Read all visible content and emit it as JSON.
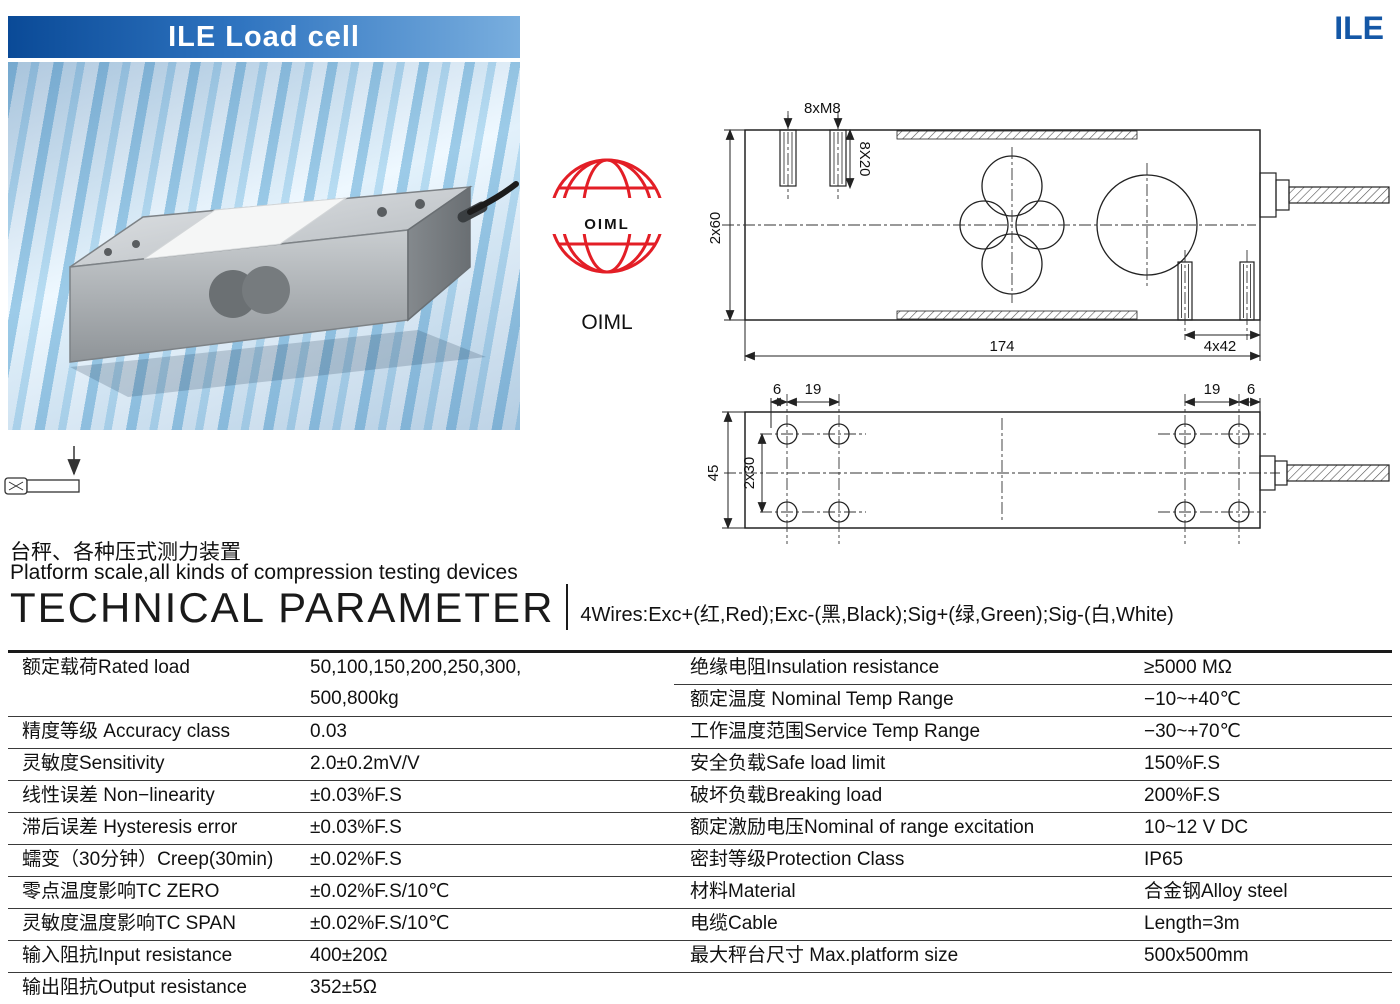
{
  "header": {
    "banner_title": "ILE  Load cell",
    "corner_label": "ILE"
  },
  "oiml": {
    "logo_text": "OIML",
    "caption": "OIML"
  },
  "drawing_side": {
    "dim_8xm8": "8xM8",
    "dim_8x20": "8X20",
    "dim_2x60": "2x60",
    "dim_174": "174",
    "dim_4x42": "4x42"
  },
  "drawing_top": {
    "dim_6_left": "6",
    "dim_19_left": "19",
    "dim_19_right": "19",
    "dim_6_right": "6",
    "dim_45": "45",
    "dim_2x30": "2x30"
  },
  "application": {
    "cn": "台秤、各种压式测力装置",
    "en": "Platform scale,all kinds of compression testing devices"
  },
  "technical": {
    "title": "TECHNICAL PARAMETER",
    "wires": "4Wires:Exc+(红,Red);Exc-(黑,Black);Sig+(绿,Green);Sig-(白,White)"
  },
  "table": {
    "rows": [
      {
        "ll": "额定载荷Rated load",
        "lv": "50,100,150,200,250,300,",
        "rl": "绝缘电阻Insulation resistance",
        "rv": "≥5000 MΩ"
      },
      {
        "ll": "",
        "lv": "500,800kg",
        "rl": "额定温度 Nominal Temp Range",
        "rv": "−10~+40℃"
      },
      {
        "ll": "精度等级 Accuracy class",
        "lv": "0.03",
        "rl": "工作温度范围Service Temp Range",
        "rv": "−30~+70℃"
      },
      {
        "ll": "灵敏度Sensitivity",
        "lv": "2.0±0.2mV/V",
        "rl": "安全负载Safe load limit",
        "rv": "150%F.S"
      },
      {
        "ll": "线性误差 Non−linearity",
        "lv": "±0.03%F.S",
        "rl": "破坏负载Breaking load",
        "rv": "200%F.S"
      },
      {
        "ll": "滞后误差 Hysteresis error",
        "lv": "±0.03%F.S",
        "rl": "额定激励电压Nominal of range excitation",
        "rv": "10~12 V DC"
      },
      {
        "ll": "蠕变（30分钟）Creep(30min)",
        "lv": "±0.02%F.S",
        "rl": "密封等级Protection Class",
        "rv": "IP65"
      },
      {
        "ll": "零点温度影响TC ZERO",
        "lv": "±0.02%F.S/10℃",
        "rl": "材料Material",
        "rv": "合金钢Alloy steel"
      },
      {
        "ll": "灵敏度温度影响TC SPAN",
        "lv": "±0.02%F.S/10℃",
        "rl": "电缆Cable",
        "rv": "Length=3m"
      },
      {
        "ll": "输入阻抗Input resistance",
        "lv": "400±20Ω",
        "rl": "最大秤台尺寸 Max.platform size",
        "rv": "500x500mm"
      },
      {
        "ll": "输出阻抗Output resistance",
        "lv": "352±5Ω",
        "rl": "",
        "rv": ""
      }
    ]
  }
}
